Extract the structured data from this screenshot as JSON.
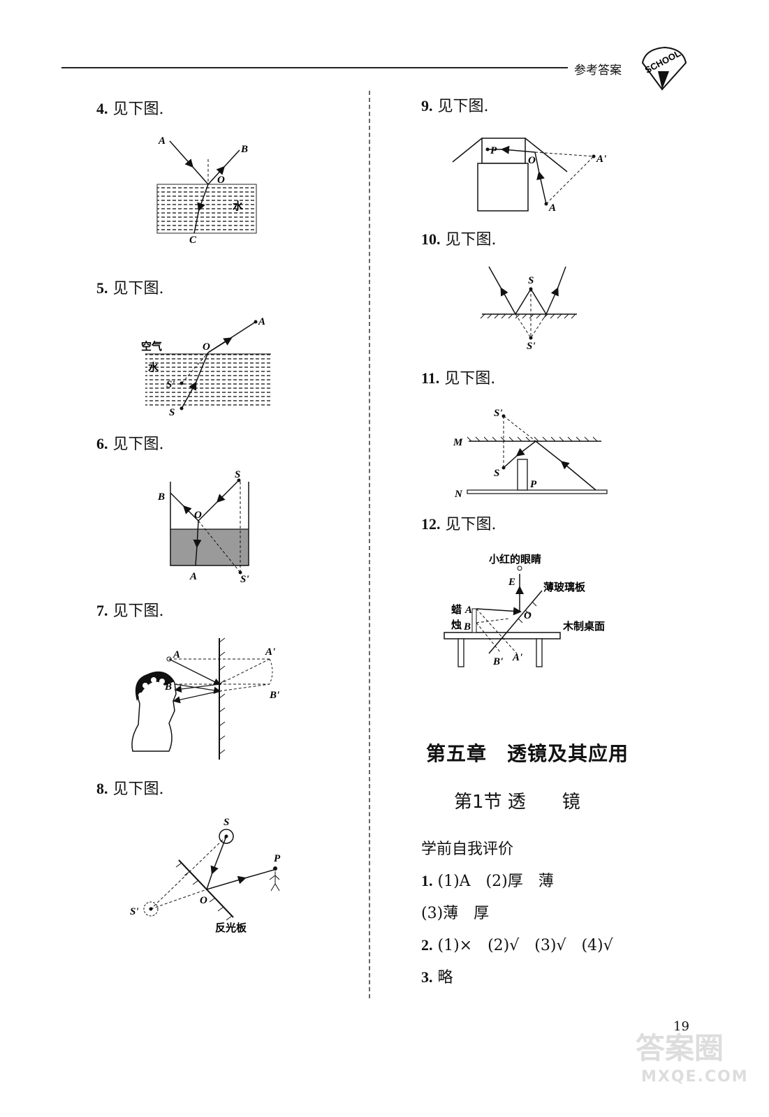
{
  "header": {
    "title": "参考答案",
    "logo_text": "SCHOOL"
  },
  "questions": [
    {
      "num": "4.",
      "text": "见下图."
    },
    {
      "num": "5.",
      "text": "见下图."
    },
    {
      "num": "6.",
      "text": "见下图."
    },
    {
      "num": "7.",
      "text": "见下图."
    },
    {
      "num": "8.",
      "text": "见下图."
    },
    {
      "num": "9.",
      "text": "见下图."
    },
    {
      "num": "10.",
      "text": "见下图."
    },
    {
      "num": "11.",
      "text": "见下图."
    },
    {
      "num": "12.",
      "text": "见下图."
    }
  ],
  "figure_labels": {
    "q4": {
      "a": "A",
      "b": "B",
      "o": "O",
      "c": "C",
      "water": "水"
    },
    "q5": {
      "a": "A",
      "air": "空气",
      "o": "O",
      "water": "水",
      "sp": "S'",
      "s": "S"
    },
    "q6": {
      "s": "S",
      "b": "B",
      "o": "O",
      "a": "A",
      "sp": "S'"
    },
    "q7": {
      "a": "A",
      "b": "B",
      "ap": "A'",
      "bp": "B'"
    },
    "q8": {
      "s": "S",
      "p": "P",
      "sp": "S'",
      "o": "O",
      "board": "反光板"
    },
    "q9": {
      "p": "P",
      "o": "O",
      "ap": "A'",
      "a": "A"
    },
    "q10": {
      "s": "S",
      "sp": "S'"
    },
    "q11": {
      "sp": "S'",
      "m": "M",
      "s": "S",
      "p": "P",
      "n": "N"
    },
    "q12": {
      "eye": "小红的眼睛",
      "e": "E",
      "glass": "薄玻璃板",
      "candle1": "蜡",
      "candle2": "烛",
      "a": "A",
      "b": "B",
      "o": "O",
      "table": "木制桌面",
      "bp": "B'",
      "ap": "A'"
    }
  },
  "chapter": {
    "title": "第五章　透镜及其应用",
    "section": "第1节  透　　镜"
  },
  "self_eval": {
    "heading": "学前自我评价",
    "items": [
      {
        "num": "1.",
        "text": "(1)A　(2)厚　薄"
      },
      {
        "num": "",
        "text": "(3)薄　厚"
      },
      {
        "num": "2.",
        "text": "(1)×　(2)√　(3)√　(4)√"
      },
      {
        "num": "3.",
        "text": "略"
      }
    ]
  },
  "page_number": "19",
  "watermark": {
    "line1": "答案圈",
    "line2": "MXQE.COM"
  }
}
